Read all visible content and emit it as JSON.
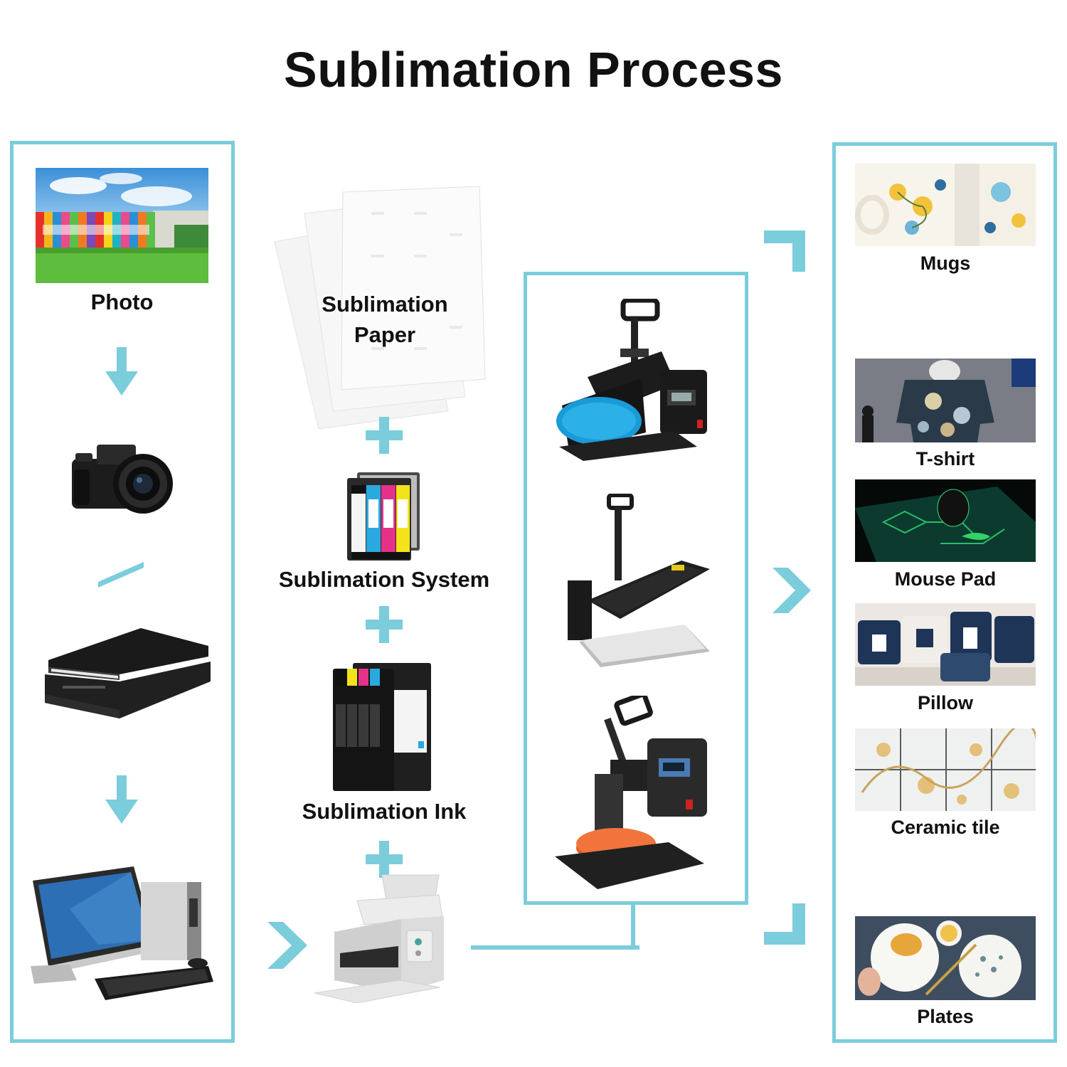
{
  "title": "Sublimation Process",
  "accent_color": "#7ccddb",
  "left_column": {
    "photo_label": "Photo"
  },
  "middle_column": {
    "paper_label": "Sublimation Paper",
    "system_label": "Sublimation System",
    "ink_label": "Sublimation Ink"
  },
  "products": {
    "mugs": "Mugs",
    "tshirt": "T-shirt",
    "mousepad": "Mouse Pad",
    "pillow": "Pillow",
    "ceramic": "Ceramic tile",
    "plates": "Plates"
  }
}
